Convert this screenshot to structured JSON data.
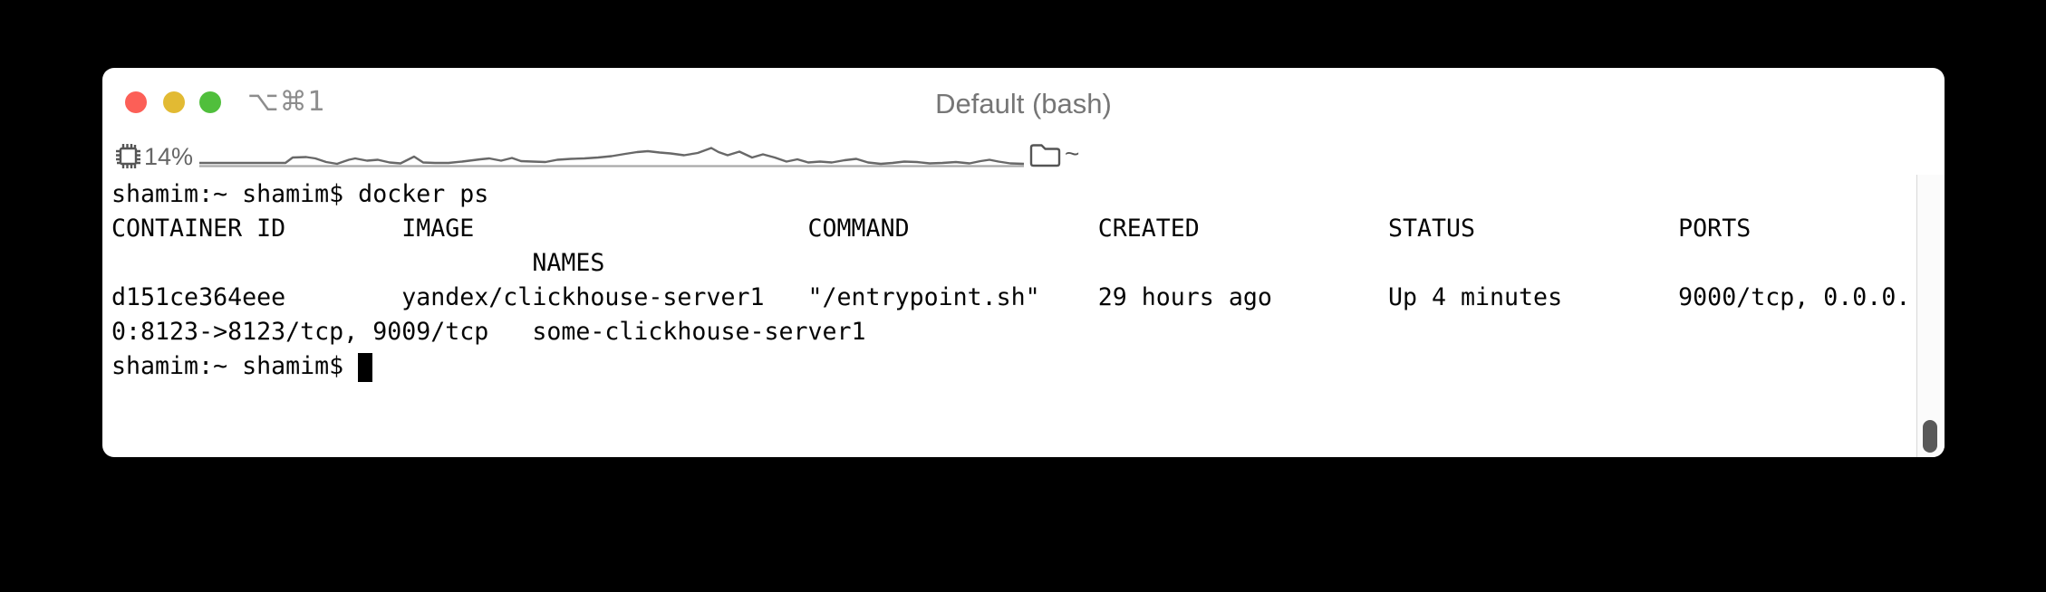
{
  "window": {
    "title": "Default (bash)",
    "tab_shortcut": "⌥⌘1"
  },
  "toolbar": {
    "cpu_percent": "14%",
    "directory": "~"
  },
  "terminal": {
    "output_lines": [
      "shamim:~ shamim$ docker ps",
      "CONTAINER ID        IMAGE                       COMMAND             CREATED             STATUS              PORTS",
      "                             NAMES",
      "d151ce364eee        yandex/clickhouse-server1   \"/entrypoint.sh\"    29 hours ago        Up 4 minutes        9000/tcp, 0.0.0.",
      "0:8123->8123/tcp, 9009/tcp   some-clickhouse-server1"
    ],
    "prompt": "shamim:~ shamim$ "
  },
  "colors": {
    "traffic_red": "#fc5f57",
    "traffic_yellow": "#e2ba33",
    "traffic_green": "#50bf3c",
    "title_text": "#767676",
    "toolbar_text": "#5f5f5f",
    "terminal_text": "#050505",
    "terminal_background": "#ffffff",
    "desktop_background": "#000000",
    "scrollbar_thumb": "#595959"
  }
}
